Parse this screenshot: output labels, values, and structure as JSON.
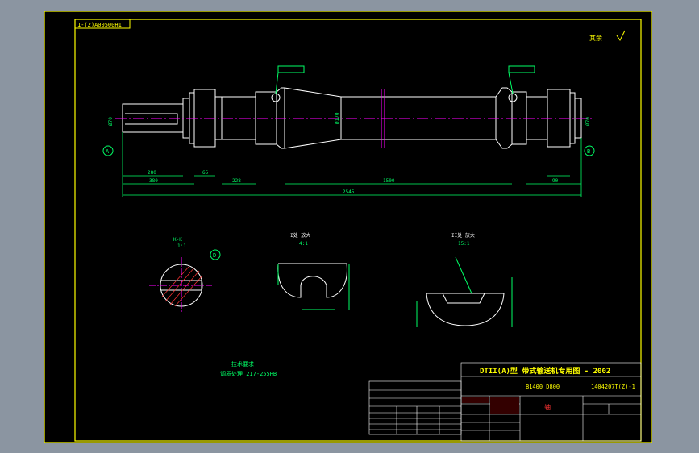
{
  "drawing": {
    "ref_code": "1-(2)A00500H1",
    "roughness_note": "其余",
    "datum_a": "A",
    "datum_b": "B",
    "datum_d": "D",
    "dim_left_end": "Ø70",
    "dim_center": "Ø170",
    "dim_right_end": "Ø70",
    "dim_span_a": "280",
    "dim_span_b": "380",
    "dim_span_c": "228",
    "dim_span_d": "1500",
    "dim_span_e": "2545",
    "dim_span_f": "65",
    "dim_span_g": "90",
    "section_kk_title": "K-K",
    "section_kk_scale": "1:1",
    "detail_1_title": "I处 放大",
    "detail_1_scale": "4:1",
    "detail_2_title": "II处 放大",
    "detail_2_scale": "15:1",
    "tech_title": "技术要求",
    "tech_line_1": "调质处理 217-255HB"
  },
  "title_block": {
    "title": "DTII(A)型    带式输送机专用图 - 2002",
    "code_left": "B1400 D800",
    "code_right": "1404207T(Z)-1",
    "material_label": "轴"
  },
  "colors": {
    "paper": "#000000",
    "frame": "#ffff00",
    "outline": "#ffffff",
    "dimension": "#00ff66",
    "centerline": "#ff00ff",
    "label": "#ff3333"
  }
}
